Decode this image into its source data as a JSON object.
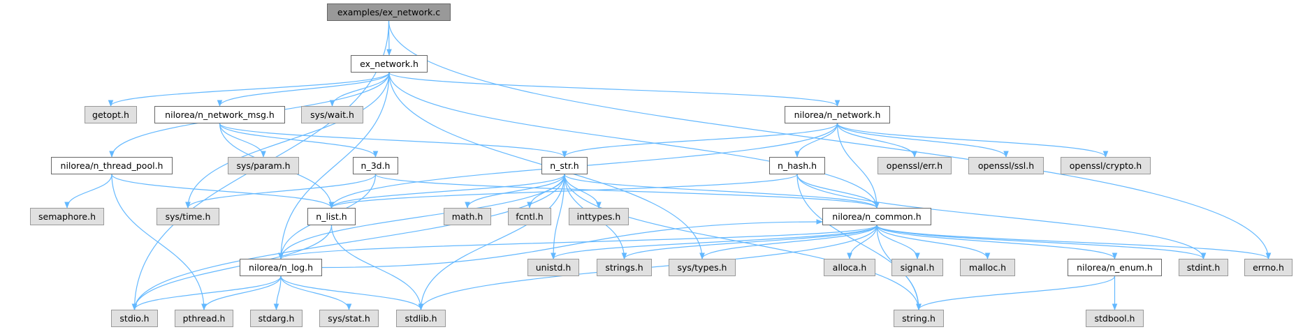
{
  "colors": {
    "edge": "#63b8ff",
    "root_fill": "#999999",
    "system_fill": "#e0e0e0",
    "file_fill": "#ffffff"
  },
  "nodes": [
    {
      "id": "ex_network_c",
      "label": "examples/ex_network.c",
      "kind": "root"
    },
    {
      "id": "ex_network_h",
      "label": "ex_network.h",
      "kind": "file"
    },
    {
      "id": "getopt",
      "label": "getopt.h",
      "kind": "sys"
    },
    {
      "id": "n_network_msg",
      "label": "nilorea/n_network_msg.h",
      "kind": "file"
    },
    {
      "id": "sys_wait",
      "label": "sys/wait.h",
      "kind": "sys"
    },
    {
      "id": "n_network",
      "label": "nilorea/n_network.h",
      "kind": "file"
    },
    {
      "id": "n_thread_pool",
      "label": "nilorea/n_thread_pool.h",
      "kind": "file"
    },
    {
      "id": "sys_param",
      "label": "sys/param.h",
      "kind": "sys"
    },
    {
      "id": "n_3d",
      "label": "n_3d.h",
      "kind": "file"
    },
    {
      "id": "n_str",
      "label": "n_str.h",
      "kind": "file"
    },
    {
      "id": "n_hash",
      "label": "n_hash.h",
      "kind": "file"
    },
    {
      "id": "openssl_err",
      "label": "openssl/err.h",
      "kind": "sys"
    },
    {
      "id": "openssl_ssl",
      "label": "openssl/ssl.h",
      "kind": "sys"
    },
    {
      "id": "openssl_crypto",
      "label": "openssl/crypto.h",
      "kind": "sys"
    },
    {
      "id": "semaphore",
      "label": "semaphore.h",
      "kind": "sys"
    },
    {
      "id": "sys_time",
      "label": "sys/time.h",
      "kind": "sys"
    },
    {
      "id": "n_list",
      "label": "n_list.h",
      "kind": "file"
    },
    {
      "id": "math",
      "label": "math.h",
      "kind": "sys"
    },
    {
      "id": "fcntl",
      "label": "fcntl.h",
      "kind": "sys"
    },
    {
      "id": "inttypes",
      "label": "inttypes.h",
      "kind": "sys"
    },
    {
      "id": "n_common",
      "label": "nilorea/n_common.h",
      "kind": "file"
    },
    {
      "id": "n_log",
      "label": "nilorea/n_log.h",
      "kind": "file"
    },
    {
      "id": "unistd",
      "label": "unistd.h",
      "kind": "sys"
    },
    {
      "id": "strings",
      "label": "strings.h",
      "kind": "sys"
    },
    {
      "id": "sys_types",
      "label": "sys/types.h",
      "kind": "sys"
    },
    {
      "id": "alloca",
      "label": "alloca.h",
      "kind": "sys"
    },
    {
      "id": "signal",
      "label": "signal.h",
      "kind": "sys"
    },
    {
      "id": "malloc",
      "label": "malloc.h",
      "kind": "sys"
    },
    {
      "id": "n_enum",
      "label": "nilorea/n_enum.h",
      "kind": "file"
    },
    {
      "id": "stdint",
      "label": "stdint.h",
      "kind": "sys"
    },
    {
      "id": "errno",
      "label": "errno.h",
      "kind": "sys"
    },
    {
      "id": "stdio",
      "label": "stdio.h",
      "kind": "sys"
    },
    {
      "id": "pthread",
      "label": "pthread.h",
      "kind": "sys"
    },
    {
      "id": "stdarg",
      "label": "stdarg.h",
      "kind": "sys"
    },
    {
      "id": "sys_stat",
      "label": "sys/stat.h",
      "kind": "sys"
    },
    {
      "id": "stdlib",
      "label": "stdlib.h",
      "kind": "sys"
    },
    {
      "id": "string",
      "label": "string.h",
      "kind": "sys"
    },
    {
      "id": "stdbool",
      "label": "stdbool.h",
      "kind": "sys"
    }
  ],
  "edges": [
    [
      "ex_network_c",
      "ex_network_h"
    ],
    [
      "ex_network_c",
      "stdio"
    ],
    [
      "ex_network_c",
      "errno"
    ],
    [
      "ex_network_h",
      "getopt"
    ],
    [
      "ex_network_h",
      "n_network_msg"
    ],
    [
      "ex_network_h",
      "sys_wait"
    ],
    [
      "ex_network_h",
      "n_thread_pool"
    ],
    [
      "ex_network_h",
      "sys_time"
    ],
    [
      "ex_network_h",
      "n_log"
    ],
    [
      "ex_network_h",
      "sys_types"
    ],
    [
      "ex_network_h",
      "n_network"
    ],
    [
      "ex_network_h",
      "n_common"
    ],
    [
      "n_network_msg",
      "sys_param"
    ],
    [
      "n_network_msg",
      "n_3d"
    ],
    [
      "n_network_msg",
      "n_str"
    ],
    [
      "n_network_msg",
      "n_list"
    ],
    [
      "n_network",
      "n_str"
    ],
    [
      "n_network",
      "n_list"
    ],
    [
      "n_network",
      "n_hash"
    ],
    [
      "n_network",
      "n_common"
    ],
    [
      "n_network",
      "openssl_err"
    ],
    [
      "n_network",
      "openssl_ssl"
    ],
    [
      "n_network",
      "openssl_crypto"
    ],
    [
      "n_thread_pool",
      "semaphore"
    ],
    [
      "n_thread_pool",
      "n_list"
    ],
    [
      "n_thread_pool",
      "pthread"
    ],
    [
      "n_3d",
      "sys_time"
    ],
    [
      "n_3d",
      "n_log"
    ],
    [
      "n_3d",
      "n_common"
    ],
    [
      "n_str",
      "n_list"
    ],
    [
      "n_str",
      "math"
    ],
    [
      "n_str",
      "fcntl"
    ],
    [
      "n_str",
      "inttypes"
    ],
    [
      "n_str",
      "n_common"
    ],
    [
      "n_str",
      "stdio"
    ],
    [
      "n_str",
      "stdlib"
    ],
    [
      "n_str",
      "unistd"
    ],
    [
      "n_str",
      "strings"
    ],
    [
      "n_str",
      "string"
    ],
    [
      "n_str",
      "n_log"
    ],
    [
      "n_hash",
      "n_list"
    ],
    [
      "n_hash",
      "n_common"
    ],
    [
      "n_hash",
      "string"
    ],
    [
      "n_hash",
      "stdint"
    ],
    [
      "n_list",
      "stdio"
    ],
    [
      "n_list",
      "stdlib"
    ],
    [
      "n_common",
      "n_log"
    ],
    [
      "n_common",
      "unistd"
    ],
    [
      "n_common",
      "strings"
    ],
    [
      "n_common",
      "sys_types"
    ],
    [
      "n_common",
      "alloca"
    ],
    [
      "n_common",
      "signal"
    ],
    [
      "n_common",
      "malloc"
    ],
    [
      "n_common",
      "n_enum"
    ],
    [
      "n_common",
      "stdint"
    ],
    [
      "n_common",
      "errno"
    ],
    [
      "n_common",
      "stdlib"
    ],
    [
      "n_common",
      "string"
    ],
    [
      "n_log",
      "n_common"
    ],
    [
      "n_log",
      "stdio"
    ],
    [
      "n_log",
      "pthread"
    ],
    [
      "n_log",
      "stdarg"
    ],
    [
      "n_log",
      "sys_stat"
    ],
    [
      "n_log",
      "stdlib"
    ],
    [
      "n_enum",
      "string"
    ],
    [
      "n_enum",
      "stdbool"
    ]
  ]
}
